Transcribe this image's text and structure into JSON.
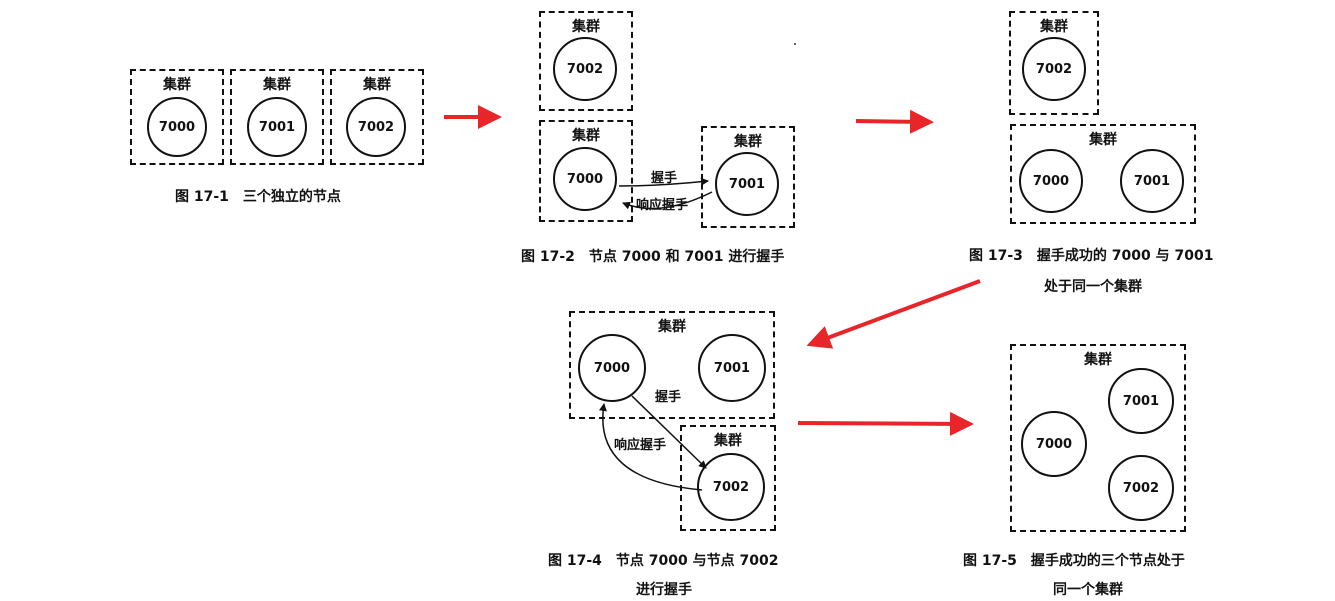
{
  "cluster_label": "集群",
  "nodes": {
    "n7000": "7000",
    "n7001": "7001",
    "n7002": "7002"
  },
  "edges": {
    "handshake": "握手",
    "response": "响应握手"
  },
  "captions": {
    "fig1": "图 17-1　三个独立的节点",
    "fig2": "图 17-2　节点 7000 和 7001 进行握手",
    "fig3_line1": "图 17-3　握手成功的 7000 与 7001",
    "fig3_line2": "处于同一个集群",
    "fig4_line1": "图 17-4　节点 7000 与节点 7002",
    "fig4_line2": "进行握手",
    "fig5_line1": "图 17-5　握手成功的三个节点处于",
    "fig5_line2": "同一个集群"
  },
  "colors": {
    "flow_arrow": "#e8262a",
    "ink": "#111111"
  }
}
